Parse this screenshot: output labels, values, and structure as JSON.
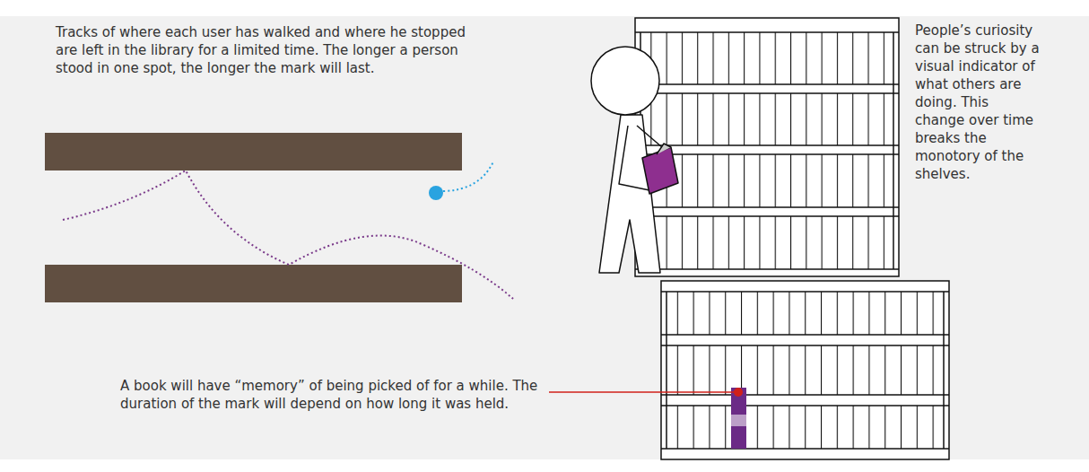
{
  "diagram": {
    "labels": [
      "Tracks of where each user has walked and where he stopped are left in the library for a limited time. The longer a person stood in one spot, the longer the mark will last.",
      "People’s curiosity can be struck by a visual indicator of what others are doing. This change over time breaks the monotory of the shelves.",
      "A book will have “memory” of being picked of for a while. The duration of the mark will depend on how long it was held."
    ]
  }
}
